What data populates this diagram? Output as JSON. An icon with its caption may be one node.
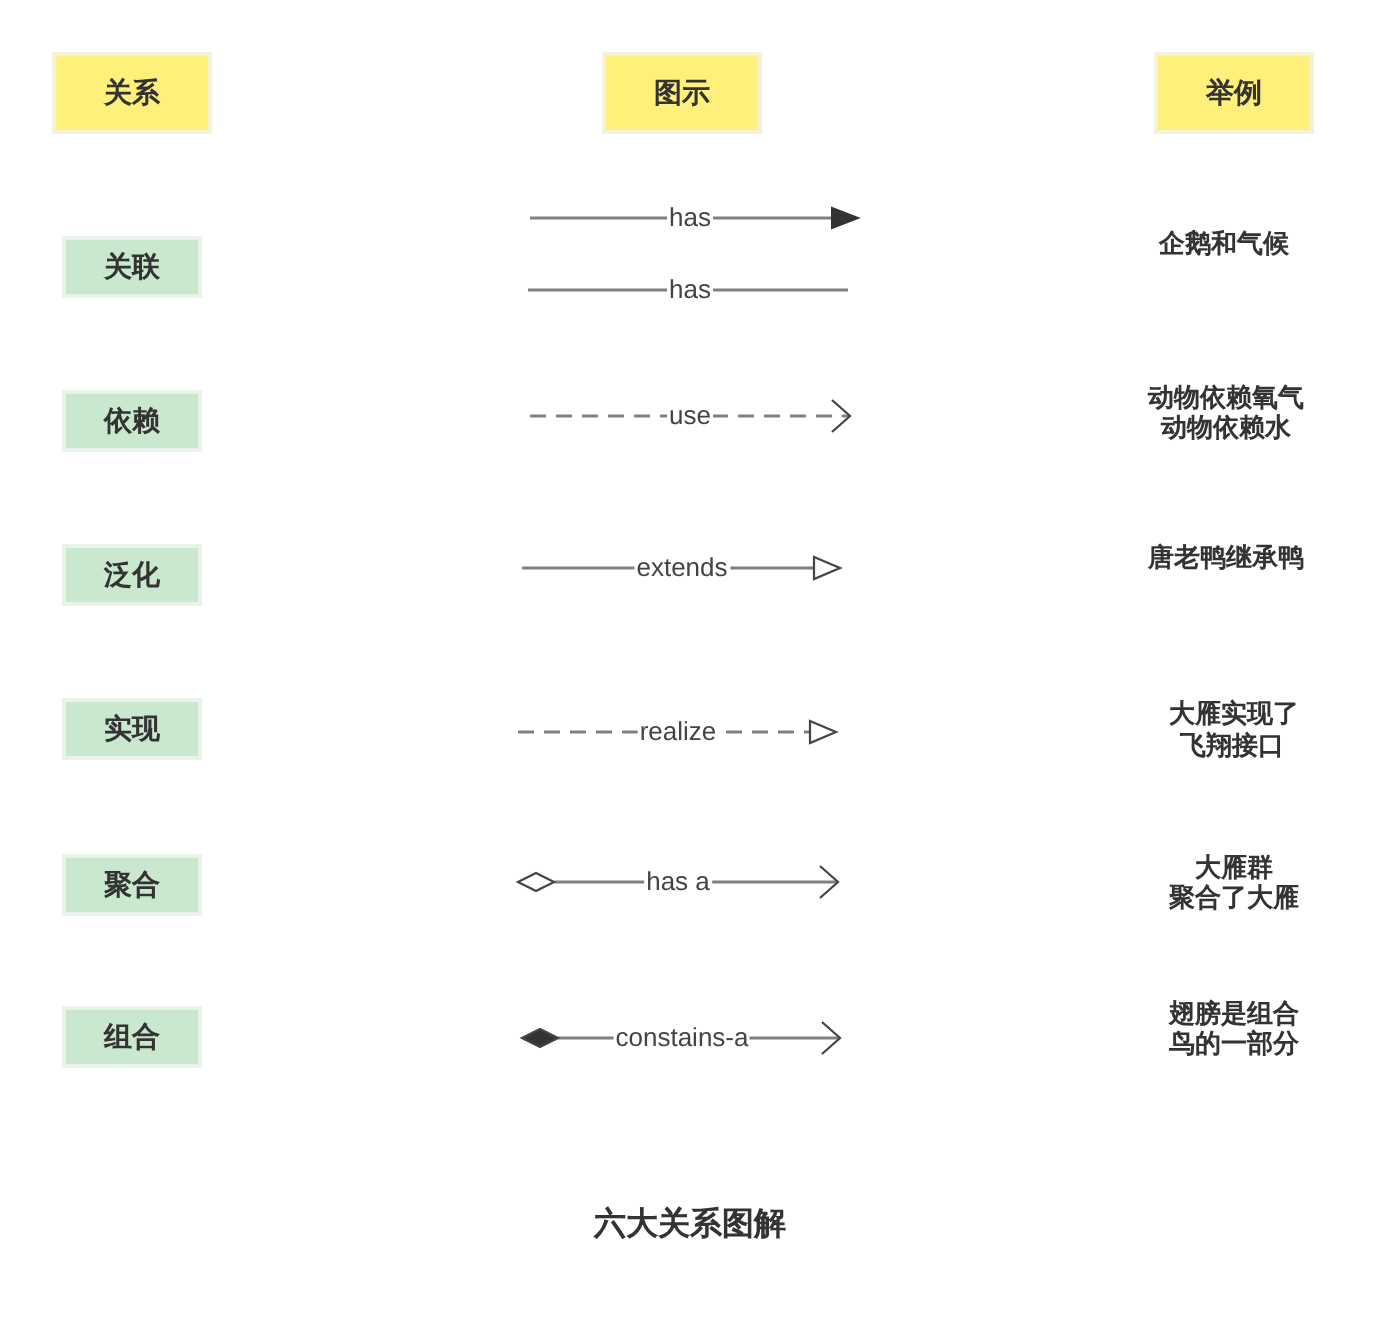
{
  "diagram": {
    "title": "六大关系图解",
    "nodes": [
      {
        "text": [
          "关系"
        ]
      },
      {
        "text": [
          "图示"
        ]
      },
      {
        "text": [
          "举例"
        ]
      },
      {
        "text": [
          "关联"
        ]
      },
      {
        "text": [
          "依赖"
        ]
      },
      {
        "text": [
          "泛化"
        ]
      },
      {
        "text": [
          "实现"
        ]
      },
      {
        "text": [
          "聚合"
        ]
      },
      {
        "text": [
          "组合"
        ]
      }
    ],
    "labels": [
      "has",
      "企鹅和气候",
      "has",
      "use",
      "动物依赖氧气",
      "动物依赖水",
      "extends",
      "唐老鸭继承鸭",
      "realize",
      "大雁实现了",
      "飞翔接口",
      "has a",
      "大雁群",
      "聚合了大雁",
      "constains-a",
      "翅膀是组合",
      "鸟的一部分"
    ]
  }
}
